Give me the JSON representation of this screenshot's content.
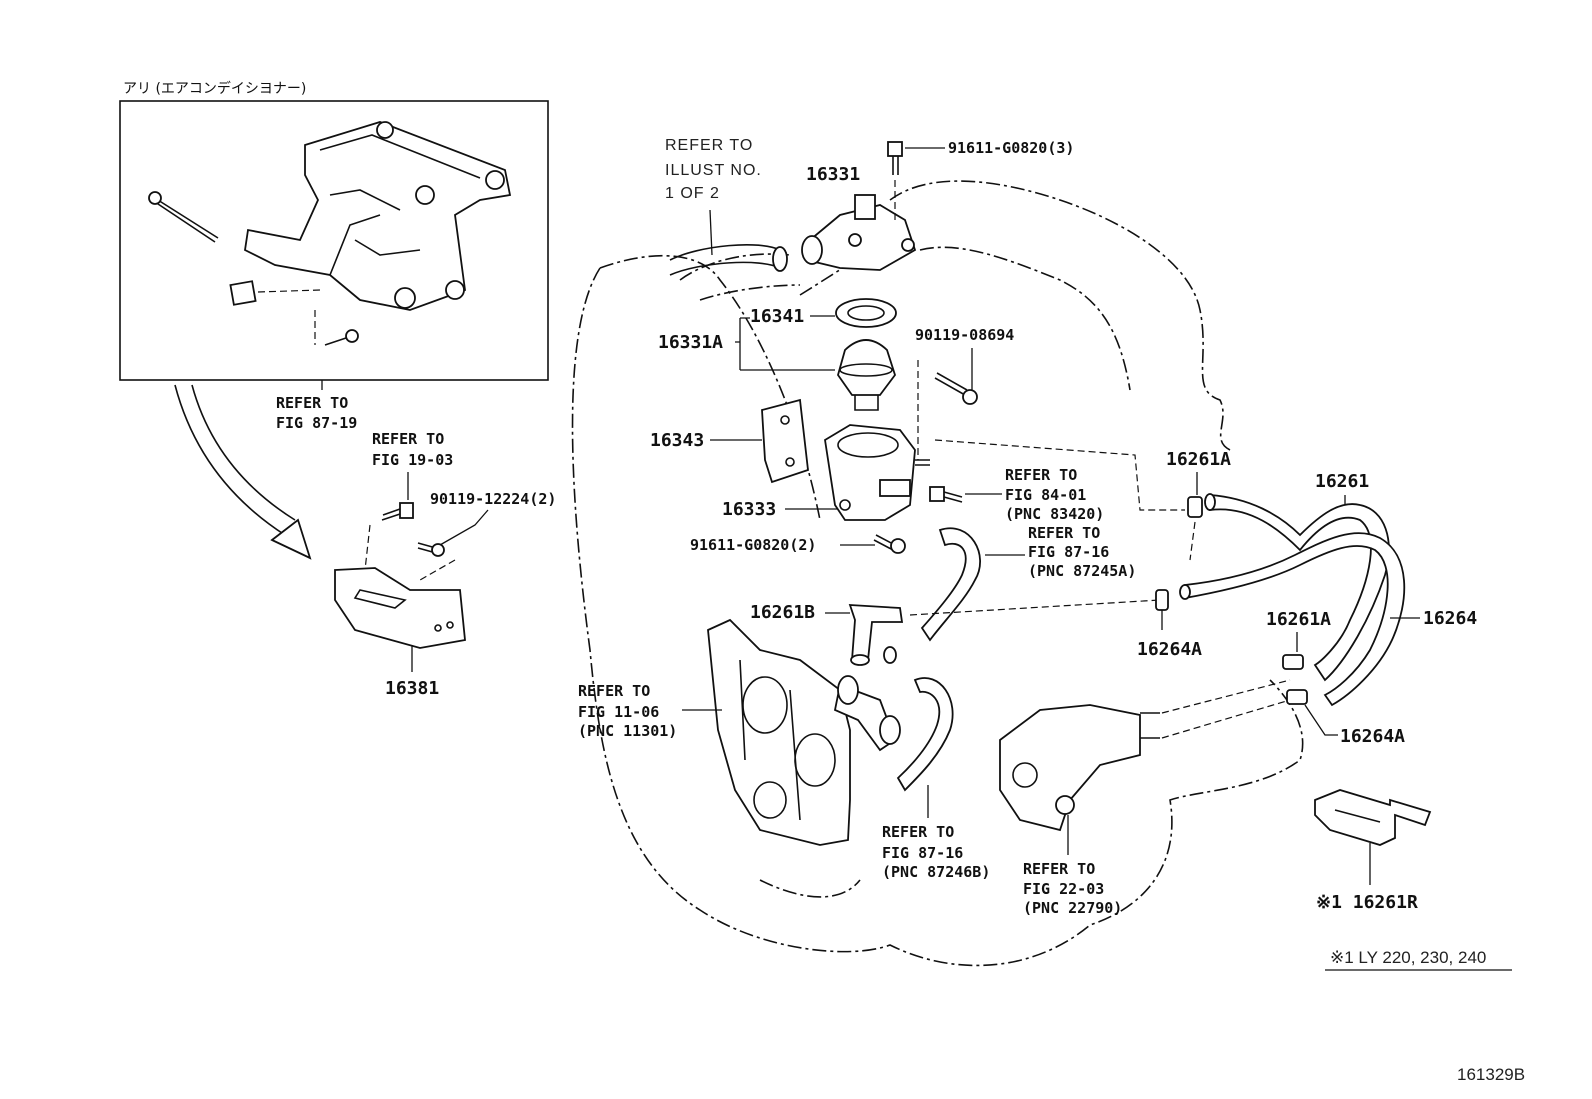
{
  "inset": {
    "title": "アリ (エアコンデイシヨナー)",
    "refer": [
      "REFER TO",
      "FIG 87-19"
    ]
  },
  "labels": {
    "refer_illust": [
      "REFER TO",
      "ILLUST NO.",
      "1 OF 2"
    ],
    "p16331": "16331",
    "p91611_3": "91611-G0820(3)",
    "p16341": "16341",
    "p16331A": "16331A",
    "p90119_08694": "90119-08694",
    "p16343": "16343",
    "p16333": "16333",
    "p91611_2": "91611-G0820(2)",
    "refer_84": [
      "REFER TO",
      "FIG 84-01",
      "(PNC 83420)"
    ],
    "refer_87_16a": [
      "REFER TO",
      "FIG 87-16",
      "(PNC 87245A)"
    ],
    "refer_19": [
      "REFER TO",
      "FIG 19-03"
    ],
    "p90119_12224": "90119-12224(2)",
    "p16381": "16381",
    "p16261B": "16261B",
    "refer_11": [
      "REFER TO",
      "FIG 11-06",
      "(PNC 11301)"
    ],
    "refer_87_16b": [
      "REFER TO",
      "FIG 87-16",
      "(PNC 87246B)"
    ],
    "refer_22": [
      "REFER TO",
      "FIG 22-03",
      "(PNC 22790)"
    ],
    "p16261A_top": "16261A",
    "p16261": "16261",
    "p16264A_mid": "16264A",
    "p16261A_mid": "16261A",
    "p16264": "16264",
    "p16264A_low": "16264A",
    "p16261R": "※1 16261R",
    "footnote": "※1  LY 220, 230, 240",
    "figure_id": "161329B"
  }
}
